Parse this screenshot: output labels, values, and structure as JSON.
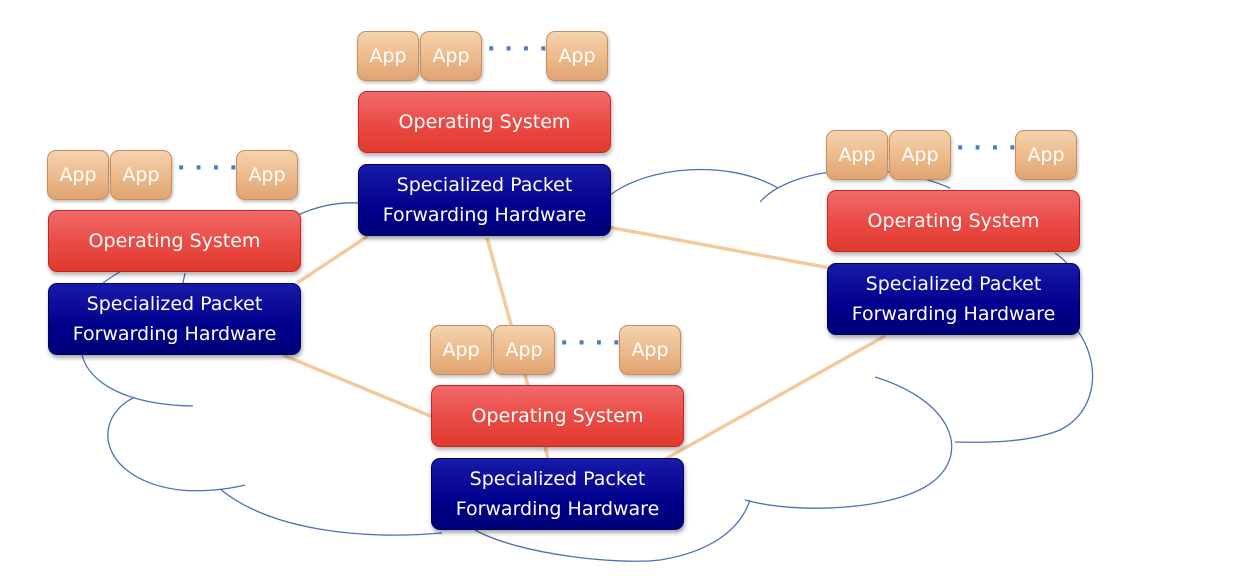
{
  "diagram": {
    "title": "",
    "colors": {
      "app": "#ecb98a",
      "os": "#ea4a44",
      "hardware": "#00008c",
      "link": "#f3c99d",
      "cloud": "#4a72b8"
    },
    "nodes": [
      {
        "id": "top",
        "apps": [
          "App",
          "App",
          "App"
        ],
        "ellipsis": "····",
        "os": "Operating System",
        "hardware": [
          "Specialized Packet",
          "Forwarding Hardware"
        ]
      },
      {
        "id": "left",
        "apps": [
          "App",
          "App",
          "App"
        ],
        "ellipsis": "····",
        "os": "Operating System",
        "hardware": [
          "Specialized Packet",
          "Forwarding Hardware"
        ]
      },
      {
        "id": "right",
        "apps": [
          "App",
          "App",
          "App"
        ],
        "ellipsis": "····",
        "os": "Operating System",
        "hardware": [
          "Specialized Packet",
          "Forwarding Hardware"
        ]
      },
      {
        "id": "bottom",
        "apps": [
          "App",
          "App",
          "App"
        ],
        "ellipsis": "····",
        "os": "Operating System",
        "hardware": [
          "Specialized Packet",
          "Forwarding Hardware"
        ]
      }
    ],
    "links": [
      {
        "from": "top",
        "to": "left"
      },
      {
        "from": "top",
        "to": "right"
      },
      {
        "from": "top",
        "to": "bottom"
      },
      {
        "from": "left",
        "to": "bottom"
      },
      {
        "from": "right",
        "to": "bottom"
      }
    ]
  }
}
